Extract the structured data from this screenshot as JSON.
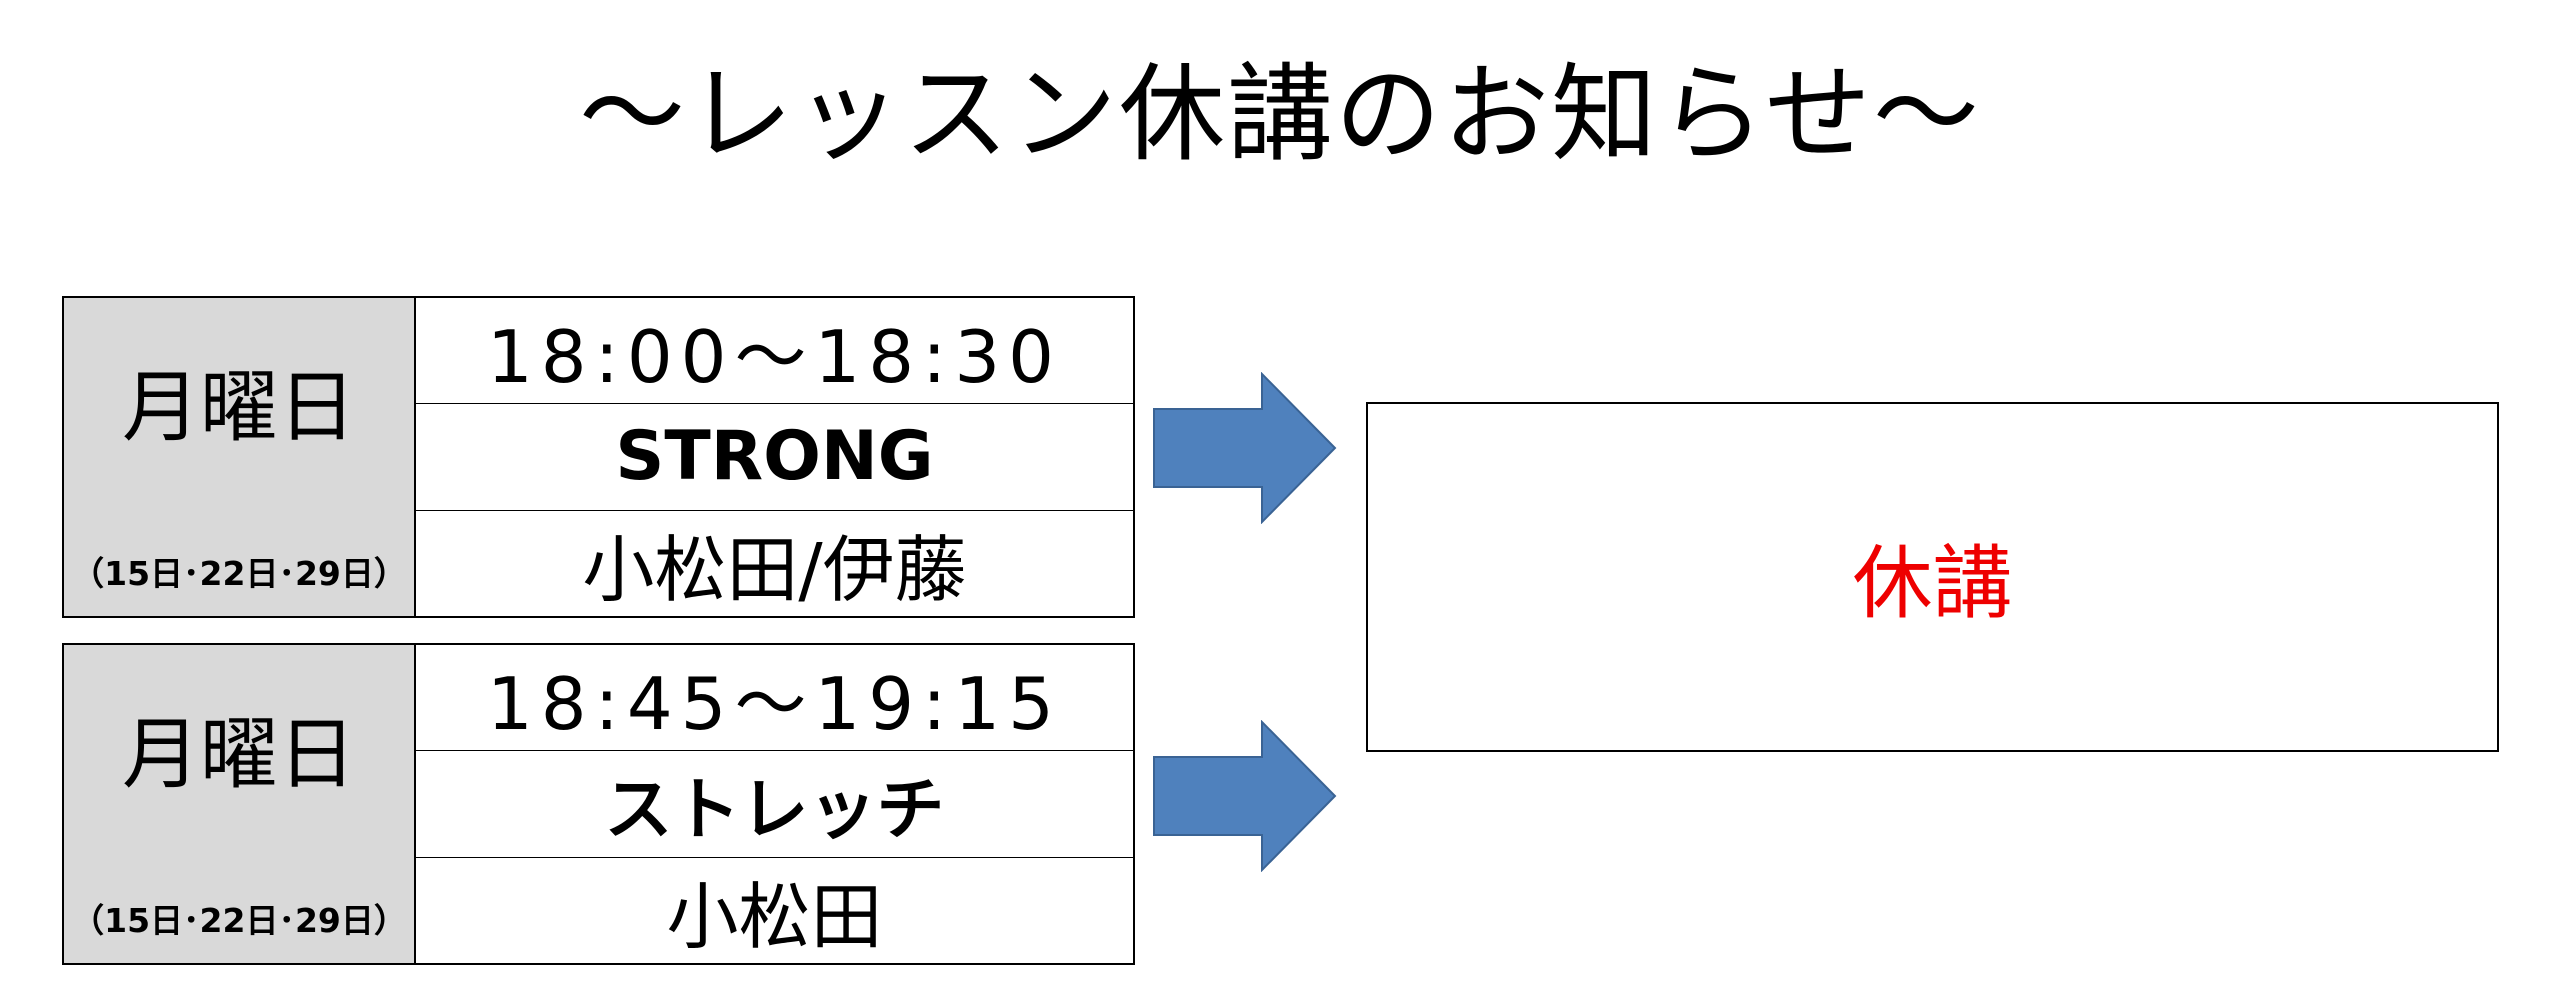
{
  "title": "～レッスン休講のお知らせ～",
  "lessons": [
    {
      "day": "月曜日",
      "dates": "（15日･22日･29日）",
      "time": "18:00～18:30",
      "program": "STRONG",
      "instructor": "小松田/伊藤"
    },
    {
      "day": "月曜日",
      "dates": "（15日･22日･29日）",
      "time": "18:45～19:15",
      "program": "ストレッチ",
      "instructor": "小松田"
    }
  ],
  "result": {
    "text": "休講",
    "color": "#ee0000"
  },
  "colors": {
    "day_cell_bg": "#d9d9d9",
    "arrow_fill": "#4f81bd",
    "arrow_stroke": "#3a6394"
  },
  "icons": {
    "arrow": "right-arrow-icon"
  }
}
